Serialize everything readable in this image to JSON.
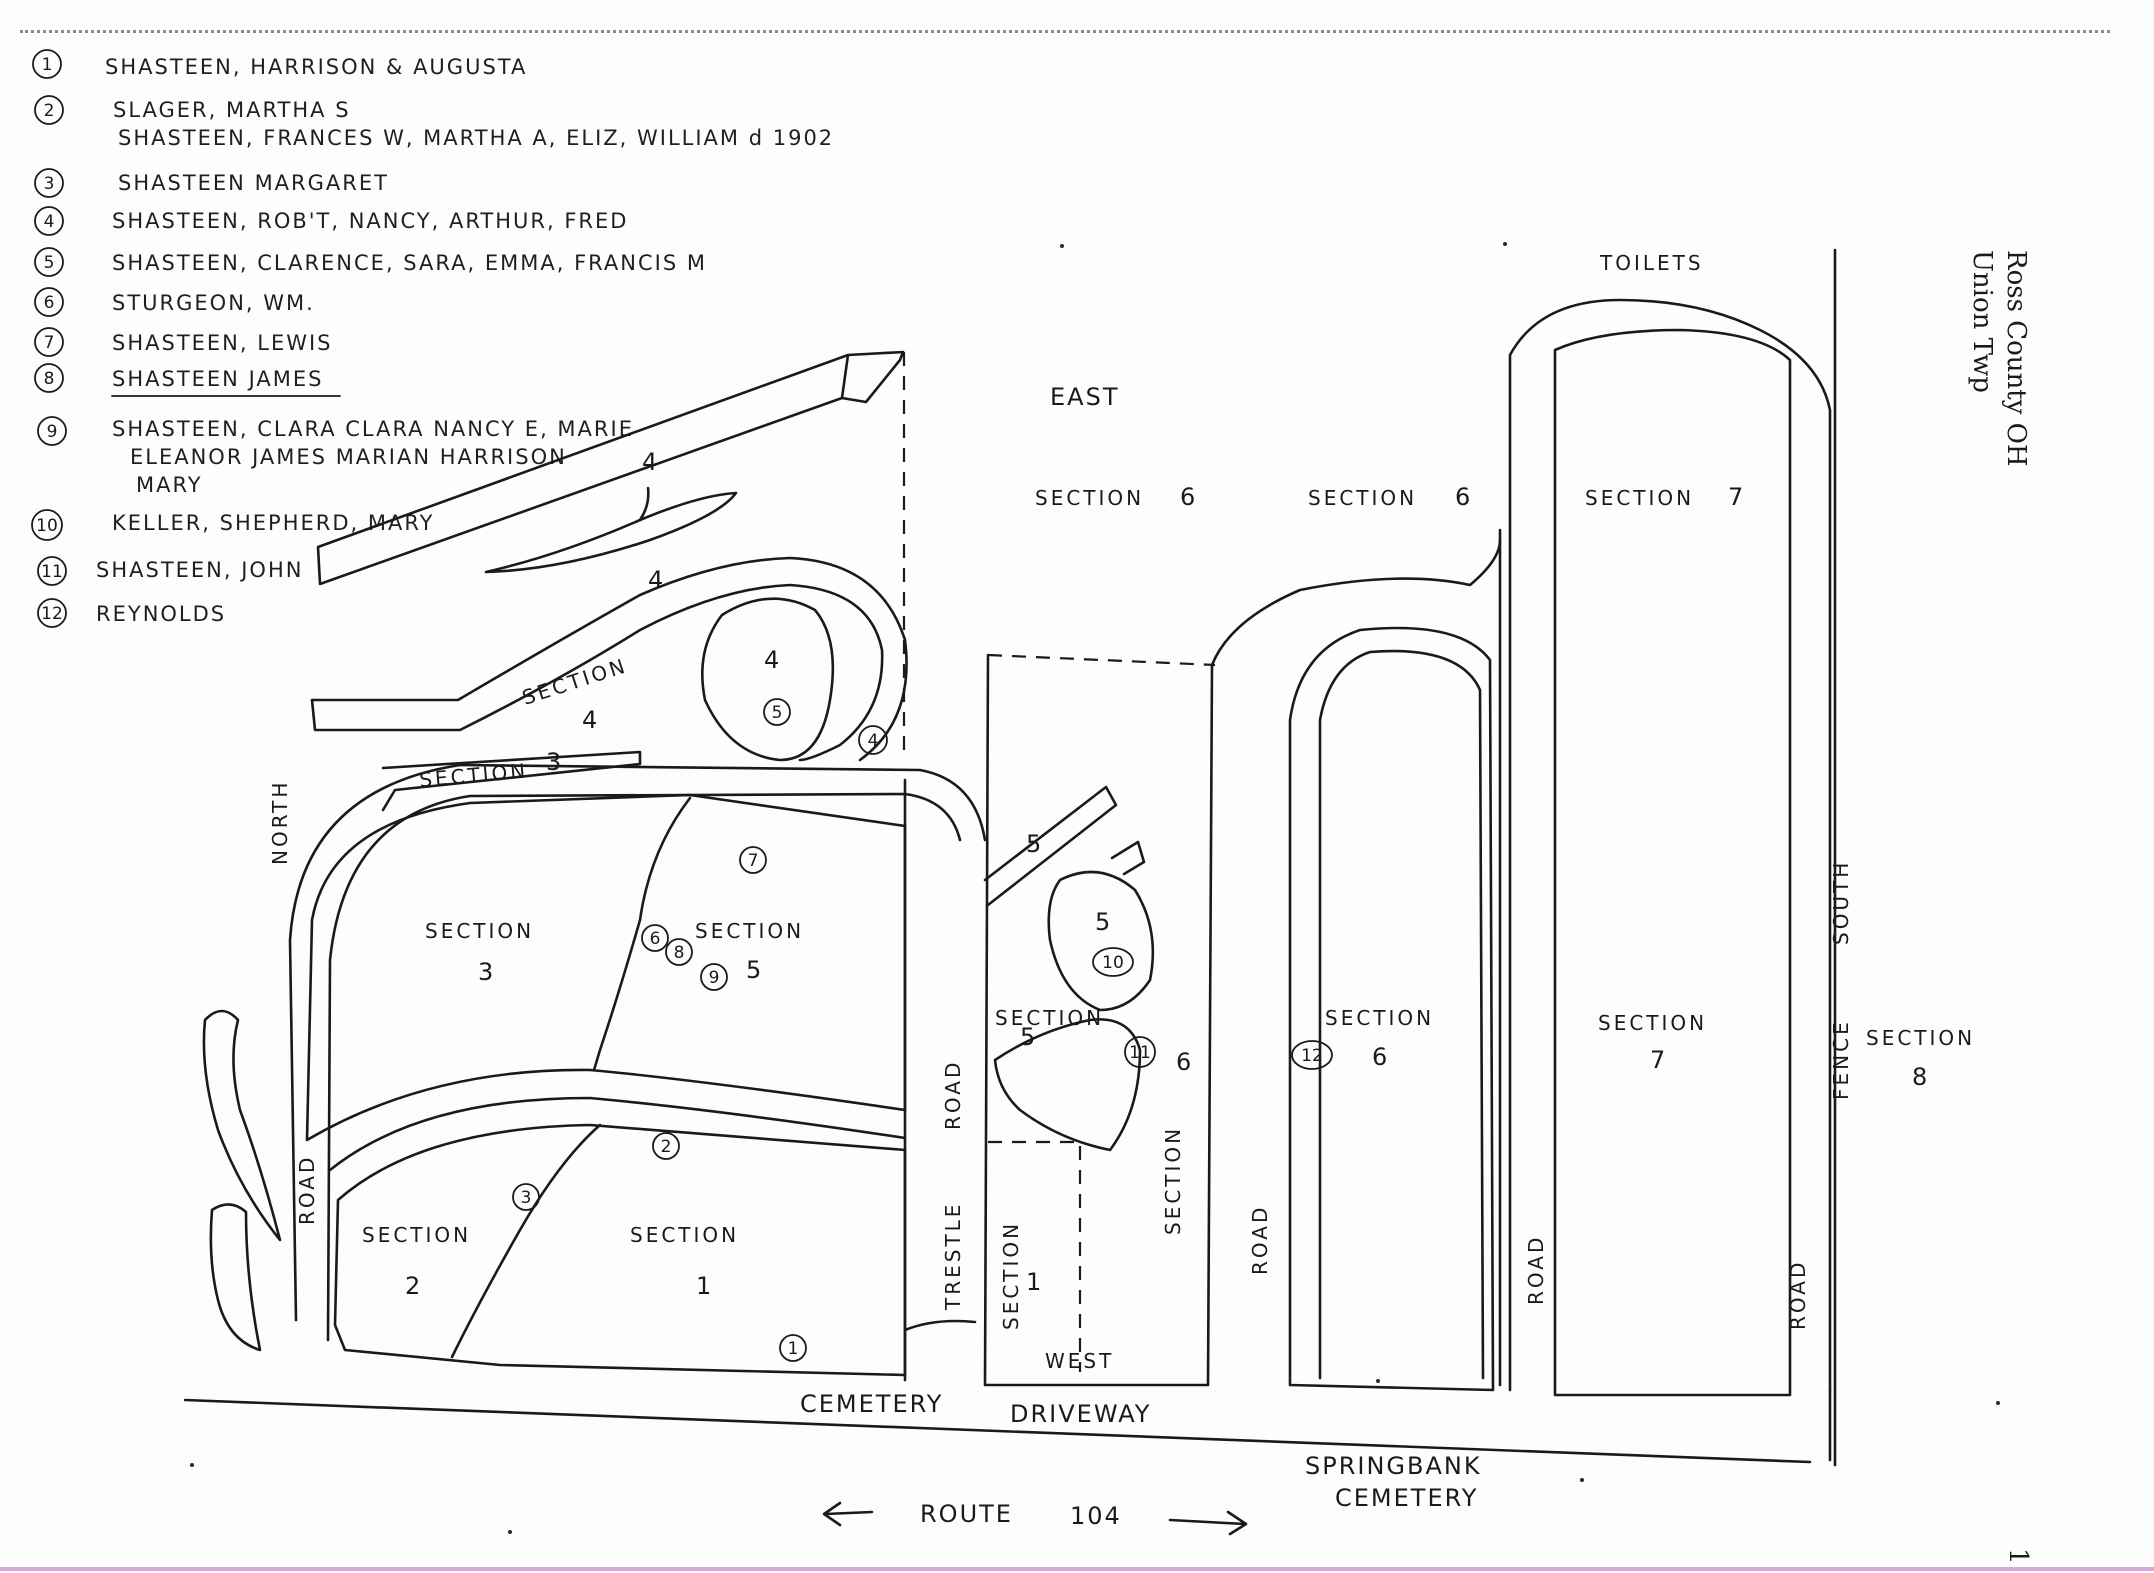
{
  "map": {
    "header": {
      "county": "Ross County OH",
      "township": "Union Twp",
      "page_number": "1"
    },
    "legend": [
      {
        "num": "1",
        "lines": [
          "SHASTEEN, HARRISON & AUGUSTA"
        ]
      },
      {
        "num": "2",
        "lines": [
          "SLAGER, MARTHA S",
          "SHASTEEN, FRANCES W, MARTHA A, ELIZ, WILLIAM d 1902"
        ]
      },
      {
        "num": "3",
        "lines": [
          "SHASTEEN MARGARET"
        ]
      },
      {
        "num": "4",
        "lines": [
          "SHASTEEN, ROB'T, NANCY, ARTHUR, FRED"
        ]
      },
      {
        "num": "5",
        "lines": [
          "SHASTEEN, CLARENCE, SARA, EMMA, FRANCIS M"
        ]
      },
      {
        "num": "6",
        "lines": [
          "STURGEON, WM."
        ]
      },
      {
        "num": "7",
        "lines": [
          "SHASTEEN, LEWIS"
        ]
      },
      {
        "num": "8",
        "lines": [
          "SHASTEEN JAMES"
        ]
      },
      {
        "num": "9",
        "lines": [
          "SHASTEEN, CLARA CLARA NANCY E, MARIE",
          "ELEANOR JAMES MARIAN HARRISON",
          "MARY"
        ]
      },
      {
        "num": "10",
        "lines": [
          "KELLER, SHEPHERD, MARY"
        ]
      },
      {
        "num": "11",
        "lines": [
          "SHASTEEN, JOHN"
        ]
      },
      {
        "num": "12",
        "lines": [
          "REYNOLDS"
        ]
      }
    ],
    "labels": {
      "east": "EAST",
      "north": "NORTH",
      "west": "WEST",
      "south": "SOUTH",
      "fence": "FENCE",
      "toilets": "TOILETS",
      "road": "ROAD",
      "trestle": "TRESTLE",
      "cemetery_driveway_1": "CEMETERY",
      "cemetery_driveway_2": "DRIVEWAY",
      "springbank_1": "SPRINGBANK",
      "springbank_2": "CEMETERY",
      "route_label": "ROUTE",
      "route_number": "104",
      "section_word": "SECTION",
      "sec_1": "1",
      "sec_2": "2",
      "sec_3": "3",
      "sec_4": "4",
      "sec_5": "5",
      "sec_6": "6",
      "sec_7": "7",
      "sec_8": "8",
      "lot_4a": "4",
      "lot_4b": "4",
      "lot_4c": "4",
      "lot_5a": "5",
      "lot_5b": "5"
    },
    "markers": {
      "m1": "1",
      "m2": "2",
      "m3": "3",
      "m4": "4",
      "m5": "5",
      "m6": "6",
      "m7": "7",
      "m8": "8",
      "m9": "9",
      "m10": "10",
      "m11": "11",
      "m12": "12"
    }
  }
}
